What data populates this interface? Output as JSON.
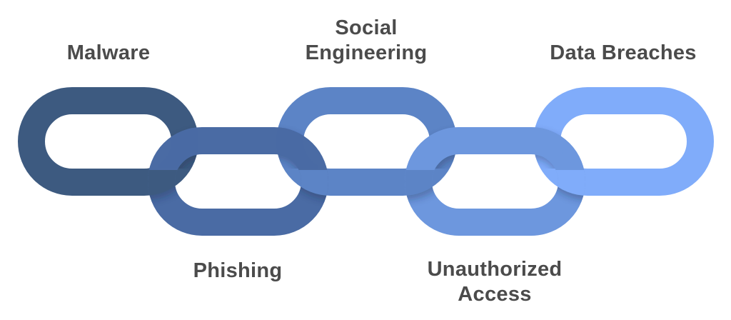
{
  "diagram": {
    "type": "chain-of-threats",
    "description": "Five interlocking chain links, each labeled with a cyber security threat; link colors go from dark navy to light blue, left to right",
    "background": "#ffffff",
    "label_color": "#4B4B4B",
    "links": [
      {
        "label": "Malware",
        "color": "#3D5A80",
        "label_position": "top"
      },
      {
        "label": "Phishing",
        "color": "#4A6BA4",
        "label_position": "bottom"
      },
      {
        "label": "Social Engineering",
        "color": "#5C84C6",
        "label_position": "top"
      },
      {
        "label": "Unauthorized Access",
        "color": "#6D97DE",
        "label_position": "bottom"
      },
      {
        "label": "Data Breaches",
        "color": "#80ACFA",
        "label_position": "top"
      }
    ]
  }
}
